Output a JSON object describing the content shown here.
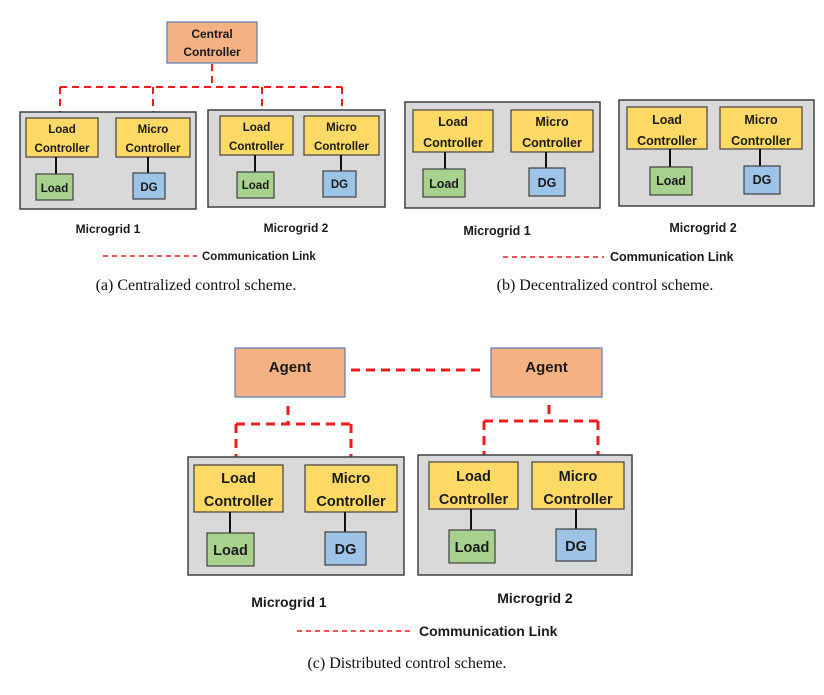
{
  "panels": [
    {
      "id": "a",
      "caption": "(a) Centralized control scheme.",
      "central_node": [
        "Central",
        "Controller"
      ],
      "microgrids": [
        {
          "label": "Microgrid 1",
          "load_controller": [
            "Load",
            "Controller"
          ],
          "micro_controller": [
            "Micro",
            "Controller"
          ],
          "load": "Load",
          "dg": "DG"
        },
        {
          "label": "Microgrid 2",
          "load_controller": [
            "Load",
            "Controller"
          ],
          "micro_controller": [
            "Micro",
            "Controller"
          ],
          "load": "Load",
          "dg": "DG"
        }
      ],
      "legend": "Communication Link"
    },
    {
      "id": "b",
      "caption": "(b) Decentralized control scheme.",
      "microgrids": [
        {
          "label": "Microgrid 1",
          "load_controller": [
            "Load",
            "Controller"
          ],
          "micro_controller": [
            "Micro",
            "Controller"
          ],
          "load": "Load",
          "dg": "DG"
        },
        {
          "label": "Microgrid 2",
          "load_controller": [
            "Load",
            "Controller"
          ],
          "micro_controller": [
            "Micro",
            "Controller"
          ],
          "load": "Load",
          "dg": "DG"
        }
      ],
      "legend": "Communication Link"
    },
    {
      "id": "c",
      "caption": "(c) Distributed control scheme.",
      "agents": [
        "Agent",
        "Agent"
      ],
      "microgrids": [
        {
          "label": "Microgrid 1",
          "load_controller": [
            "Load",
            "Controller"
          ],
          "micro_controller": [
            "Micro",
            "Controller"
          ],
          "load": "Load",
          "dg": "DG"
        },
        {
          "label": "Microgrid 2",
          "load_controller": [
            "Load",
            "Controller"
          ],
          "micro_controller": [
            "Micro",
            "Controller"
          ],
          "load": "Load",
          "dg": "DG"
        }
      ],
      "legend": "Communication Link"
    }
  ],
  "colors": {
    "microgrid_bg": "#d9d9d9",
    "controller": "#ffd966",
    "load": "#a9d18e",
    "dg": "#9dc3e6",
    "central_agent": "#f4b183",
    "communication_link": "#ee1c1c"
  }
}
